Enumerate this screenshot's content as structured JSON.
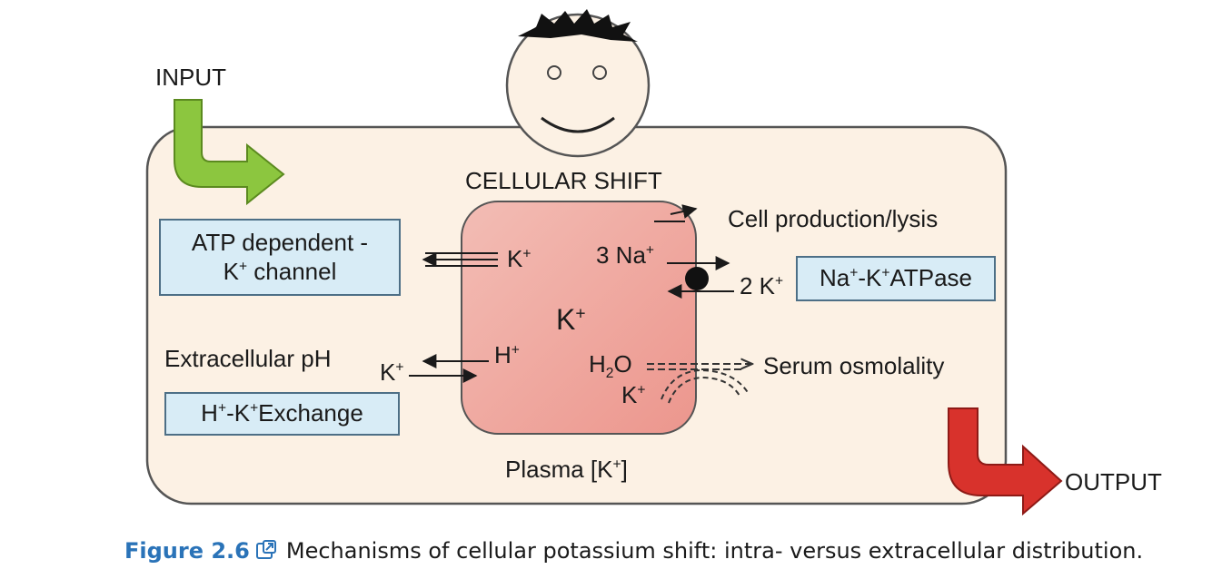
{
  "labels": {
    "input": "INPUT",
    "output": "OUTPUT",
    "cellular_shift": "CELLULAR SHIFT",
    "cell_production": "Cell production/lysis",
    "plasma_k": {
      "text": "Plasma [K",
      "sup": "+",
      "end": "]"
    },
    "k_center": {
      "text": "K",
      "sup": "+"
    },
    "k_left_top": {
      "text": "K",
      "sup": "+"
    },
    "k_left_mid": {
      "text": "K",
      "sup": "+"
    },
    "h_plus": {
      "text": "H",
      "sup": "+"
    },
    "na_3": {
      "text": "3 Na",
      "sup": "+"
    },
    "k_2": {
      "text": "2 K",
      "sup": "+"
    },
    "h2o": {
      "text": "H",
      "sub": "2",
      "end": "O"
    },
    "k_osm": {
      "text": "K",
      "sup": "+"
    },
    "extracellular_ph": "Extracellular pH",
    "serum_osmolality": "Serum osmolality"
  },
  "boxes": {
    "atp_line1": "ATP dependent -",
    "atp_line2": {
      "text": "K",
      "sup": "+",
      "end": " channel"
    },
    "hk": {
      "a": "H",
      "sup1": "+",
      "b": "-K",
      "sup2": "+",
      "c": "Exchange"
    },
    "nak": {
      "a": "Na",
      "sup1": "+",
      "b": "-K",
      "sup2": "+",
      "c": "ATPase"
    }
  },
  "caption": {
    "figure_number": "Figure 2.6",
    "text": "Mechanisms of cellular potassium shift: intra- versus extracellular distribution."
  },
  "colors": {
    "outer_fill": "#fcf1e4",
    "cell_fill": "#f0a8a0",
    "box_fill": "#d8ecf6",
    "input_arrow": "#8cc63f",
    "output_arrow": "#d8322c",
    "link_blue": "#2a73b8"
  },
  "icons": [
    "smiley-face-icon",
    "external-link-icon",
    "pump-circle-icon"
  ]
}
